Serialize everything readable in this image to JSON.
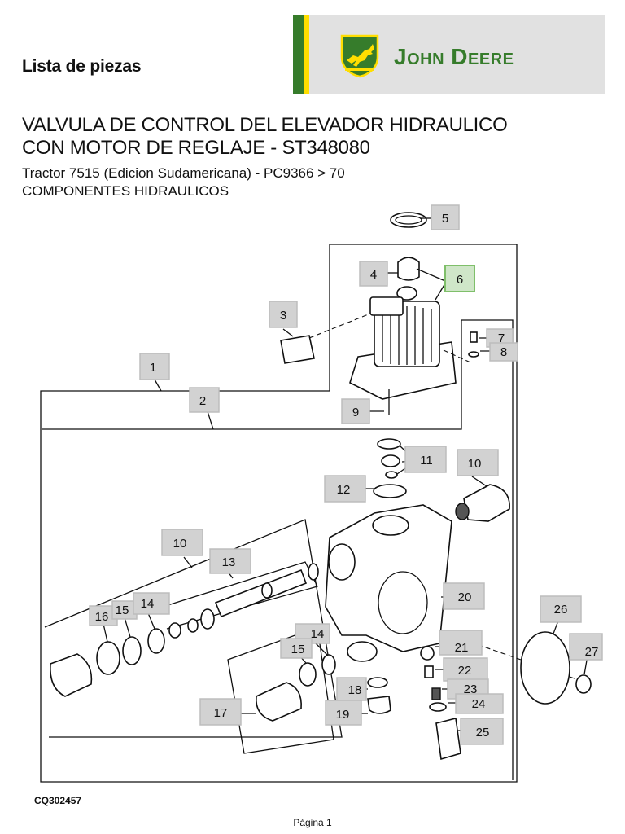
{
  "header": {
    "doc_label": "Lista de piezas",
    "brand_name": "John Deere",
    "colors": {
      "brand_green": "#367c2b",
      "brand_yellow": "#ffde00",
      "banner_gray": "#e1e1e1"
    },
    "logo_icon": "leaping-deer-logo-icon"
  },
  "title": {
    "line1": "VALVULA DE CONTROL DEL ELEVADOR HIDRAULICO",
    "line2": "CON MOTOR DE REGLAJE - ST348080"
  },
  "subtitle": {
    "line1": "Tractor 7515 (Edicion Sudamericana) - PC9366 > 70",
    "line2": "COMPONENTES HIDRAULICOS"
  },
  "diagram": {
    "callouts": [
      "5",
      "4",
      "6",
      "3",
      "7",
      "8",
      "1",
      "2",
      "9",
      "11",
      "10",
      "12",
      "10",
      "13",
      "20",
      "16",
      "15",
      "14",
      "14",
      "15",
      "21",
      "22",
      "26",
      "27",
      "18",
      "23",
      "24",
      "17",
      "19",
      "25"
    ],
    "highlighted_callout": "6",
    "highlight_color": "#7fbf6a",
    "figure_code": "CQ302457"
  },
  "footer": {
    "page": "Página 1"
  }
}
